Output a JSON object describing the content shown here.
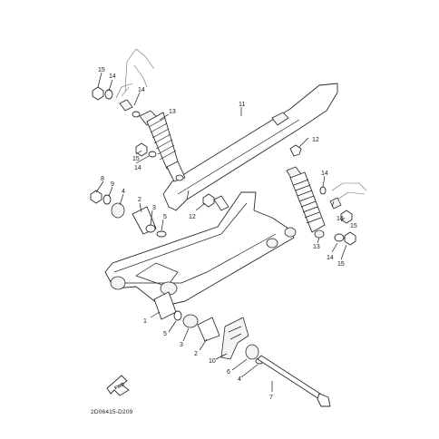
{
  "diagram_code": "2D06415-D209",
  "fwd_label": "FWD",
  "callouts": {
    "c1": "1",
    "c2a": "2",
    "c2b": "2",
    "c3a": "3",
    "c3b": "3",
    "c4a": "4",
    "c4b": "4",
    "c5a": "5",
    "c5b": "5",
    "c6": "6",
    "c7": "7",
    "c8": "8",
    "c9": "9",
    "c10": "10",
    "c11": "11",
    "c12a": "12",
    "c12b": "12",
    "c13a": "13",
    "c13b": "13",
    "c14a": "14",
    "c14b": "14",
    "c14c": "14",
    "c14d": "14",
    "c14e": "14",
    "c15a": "15",
    "c15b": "15",
    "c15c": "15"
  }
}
